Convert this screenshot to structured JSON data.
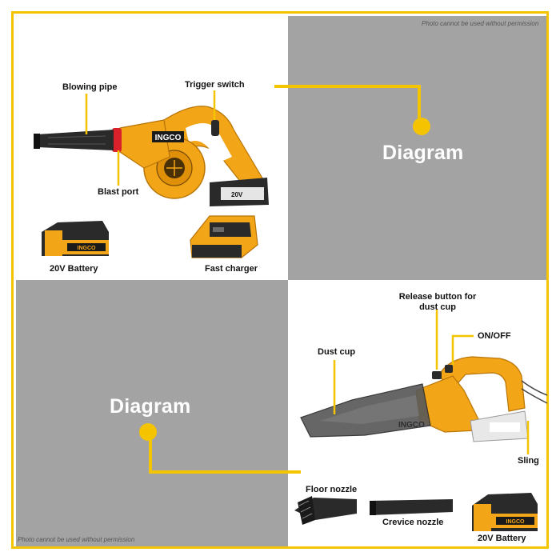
{
  "permission_notice_top": "Photo cannot be used without permission",
  "permission_notice_bottom": "Photo cannot be used without permission",
  "brand_logo_text": "INGCO",
  "colors": {
    "accent_yellow": "#f5c400",
    "panel_gray": "#a3a3a3",
    "product_orange": "#f2a516"
  },
  "blower_panel": {
    "diagram_title": "Diagram",
    "labels": {
      "blowing_pipe": "Blowing pipe",
      "trigger_switch": "Trigger switch",
      "blast_port": "Blast port",
      "battery": "20V Battery",
      "charger": "Fast charger"
    },
    "icons": [
      "blower-image",
      "battery-image",
      "charger-image"
    ]
  },
  "vacuum_panel": {
    "diagram_title": "Diagram",
    "labels": {
      "release_button": "Release button for dust cup",
      "on_off": "ON/OFF",
      "dust_cup": "Dust cup",
      "sling": "Sling",
      "floor_nozzle": "Floor nozzle",
      "crevice_nozzle": "Crevice nozzle",
      "battery": "20V Battery"
    },
    "icons": [
      "vacuum-image",
      "floor-nozzle-image",
      "crevice-nozzle-image",
      "battery-image"
    ]
  }
}
